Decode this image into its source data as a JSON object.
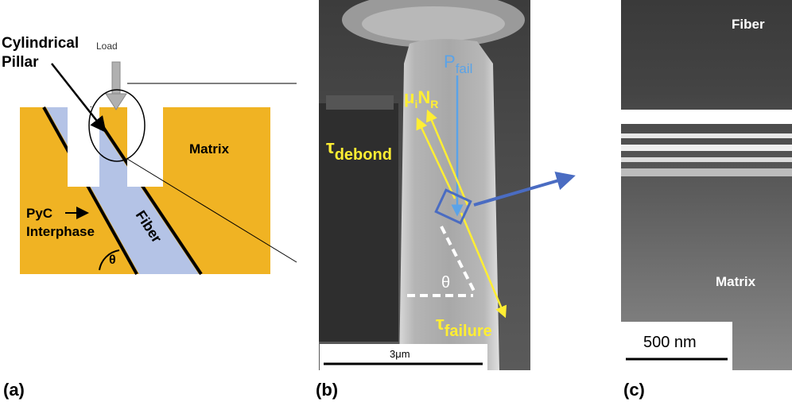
{
  "panels": {
    "a": {
      "label": "(a)",
      "load": "Load",
      "pillar_line1": "Cylindrical",
      "pillar_line2": "Pillar",
      "matrix": "Matrix",
      "interphase_line1": "PyC",
      "interphase_line2": "Interphase",
      "fiber": "Fiber",
      "theta": "θ"
    },
    "b": {
      "label": "(b)",
      "p_fail_main": "P",
      "p_fail_sub": "fail",
      "mu_main": "μ",
      "mu_sub1": "i",
      "mu_mid": "N",
      "mu_sub2": "R",
      "tau_debond_main": "τ",
      "tau_debond_sub": "debond",
      "tau_failure_main": "τ",
      "tau_failure_sub": "failure",
      "theta": "θ",
      "scale": "3μm"
    },
    "c": {
      "label": "(c)",
      "fiber": "Fiber",
      "matrix": "Matrix",
      "scale": "500 nm"
    }
  },
  "colors": {
    "matrix_gold": "#f0b323",
    "fiber_blue": "#b4c3e6",
    "arrow_blue": "#4a6cc2",
    "annotation_yellow": "#ffee33",
    "p_fail_blue": "#5aa3e8"
  }
}
